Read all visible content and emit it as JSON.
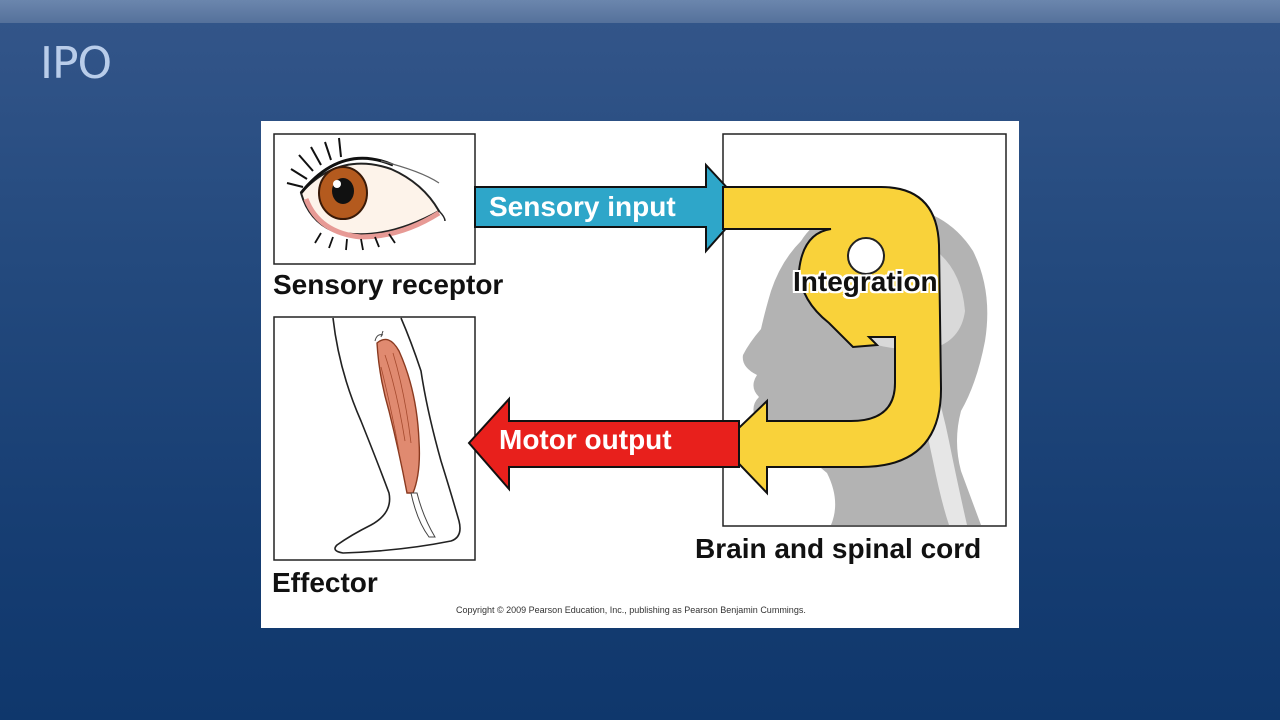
{
  "slide": {
    "title": "IPO"
  },
  "diagram": {
    "labels": {
      "sensory_receptor": "Sensory receptor",
      "effector": "Effector",
      "brain_and_spinal_cord": "Brain and spinal cord",
      "sensory_input": "Sensory input",
      "integration": "Integration",
      "motor_output": "Motor output"
    },
    "copyright": "Copyright © 2009 Pearson Education, Inc., publishing as Pearson Benjamin Cummings."
  },
  "colors": {
    "background_top": "#34568a",
    "background_bottom": "#0f376c",
    "title_text": "#b9cdea",
    "sensory_input_arrow": "#2ea6c9",
    "motor_output_arrow": "#e8201c",
    "integration_arrow": "#f9d23a",
    "head_silhouette": "#b3b3b3",
    "muscle": "#e08a70",
    "iris": "#b45a1e"
  }
}
